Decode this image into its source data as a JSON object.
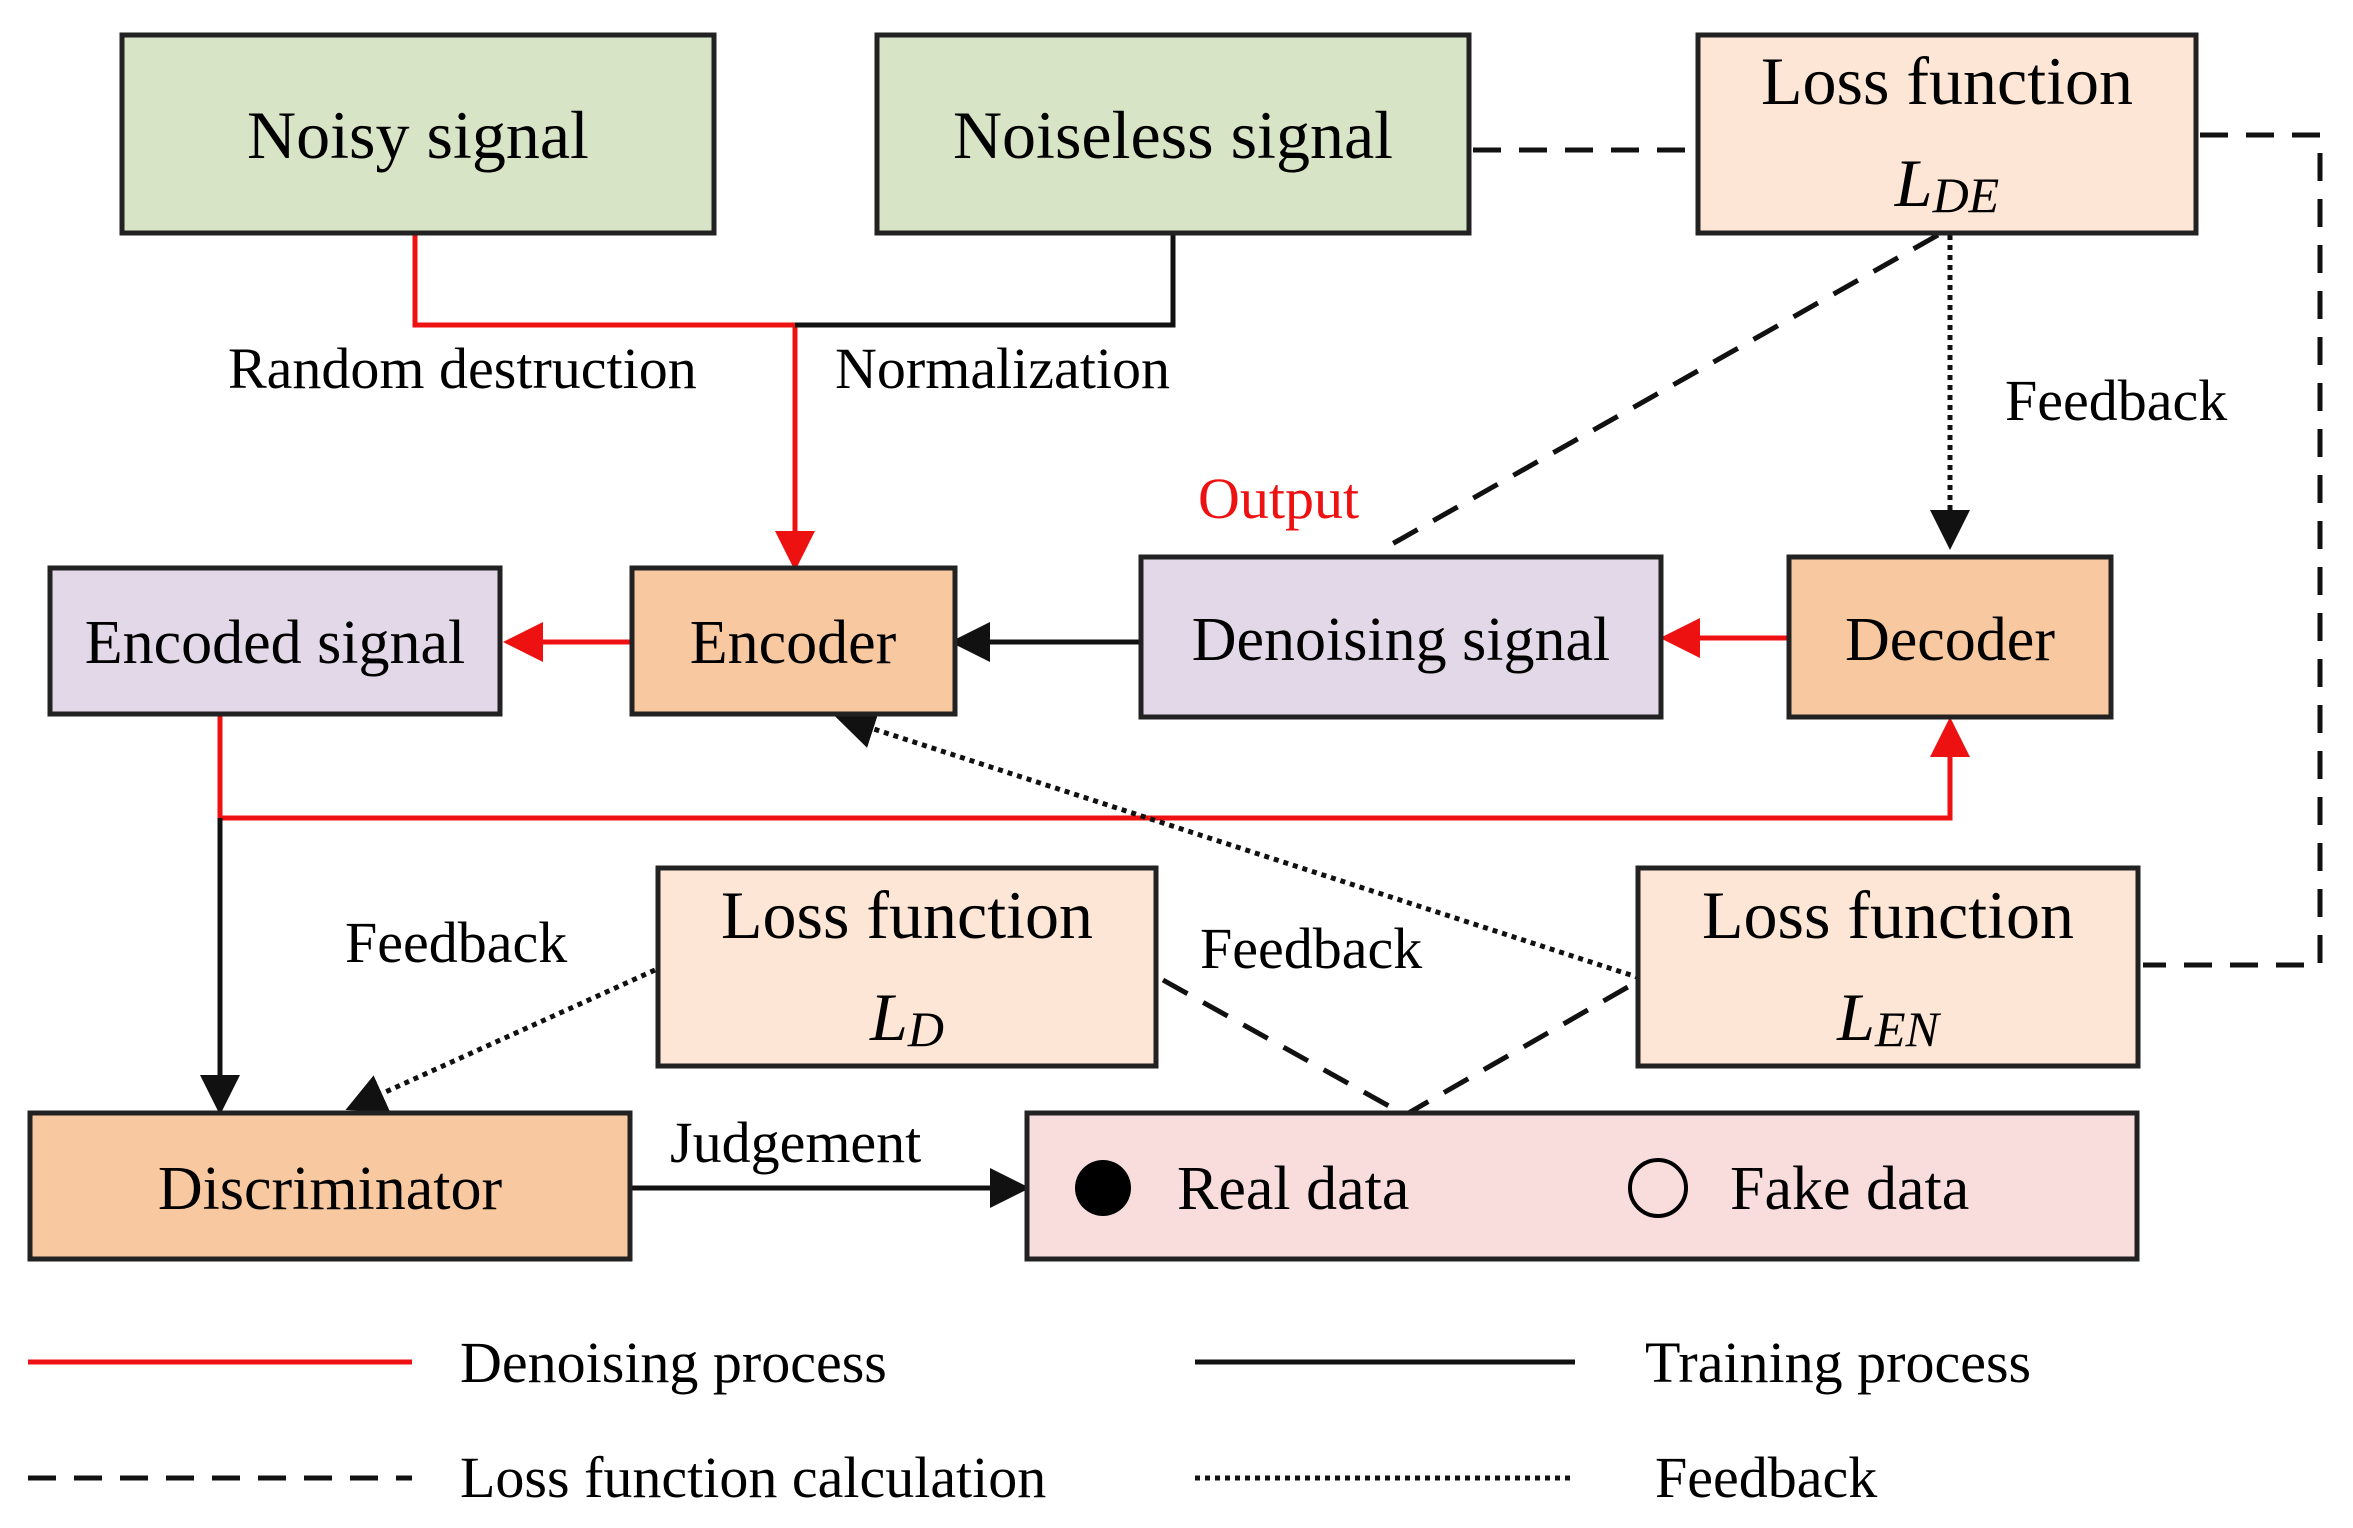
{
  "boxes": {
    "noisy": "Noisy signal",
    "noiseless": "Noiseless signal",
    "loss_de_title": "Loss function",
    "loss_de_symbol_main": "L",
    "loss_de_symbol_sub": "DE",
    "encoded": "Encoded signal",
    "encoder": "Encoder",
    "denoising": "Denoising signal",
    "decoder": "Decoder",
    "loss_d_title": "Loss function",
    "loss_d_symbol_main": "L",
    "loss_d_symbol_sub": "D",
    "loss_en_title": "Loss function",
    "loss_en_symbol_main": "L",
    "loss_en_symbol_sub": "EN",
    "discriminator": "Discriminator",
    "real_data": "Real data",
    "fake_data": "Fake data"
  },
  "labels": {
    "random_destruction": "Random destruction",
    "normalization": "Normalization",
    "feedback_right": "Feedback",
    "output": "Output",
    "feedback_left": "Feedback",
    "feedback_mid": "Feedback",
    "judgement": "Judgement"
  },
  "legend": {
    "denoising_process": "Denoising process",
    "training_process": "Training process",
    "loss_calc": "Loss function calculation",
    "feedback": "Feedback"
  },
  "colors": {
    "denoising_line": "#ee1111",
    "training_line": "#111111",
    "signal_box": "#d7e4c5",
    "loss_box": "#fde6d6",
    "module_box": "#f8c8a0",
    "intermediate_box": "#e3d8e8",
    "result_box": "#f9dddd"
  }
}
